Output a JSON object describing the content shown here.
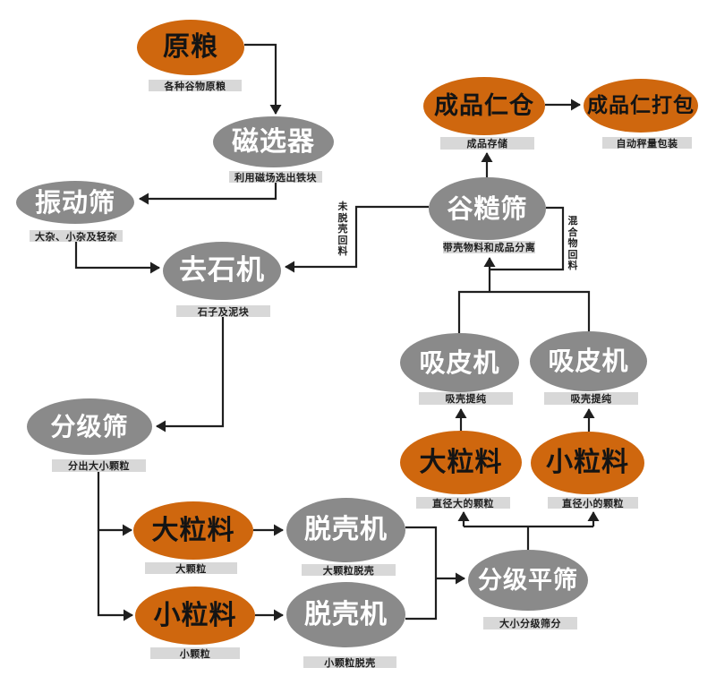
{
  "diagram": {
    "type": "flowchart",
    "subject": "grain-processing-line",
    "colors": {
      "node_orange": "#cf670e",
      "node_gray": "#8a8a8a",
      "sublabel_bg": "#d8d8d8",
      "line": "#1f1f1f",
      "background": "#ffffff"
    },
    "nodes": [
      {
        "id": "raw-grain",
        "label": "原粮",
        "sublabel": "各种谷物原粮",
        "color": "orange"
      },
      {
        "id": "magnetic-separator",
        "label": "磁选器",
        "sublabel": "利用磁场选出铁块",
        "color": "gray"
      },
      {
        "id": "vibrating-screen",
        "label": "振动筛",
        "sublabel": "大杂、小杂及轻杂",
        "color": "gray"
      },
      {
        "id": "destoner",
        "label": "去石机",
        "sublabel": "石子及泥块",
        "color": "gray"
      },
      {
        "id": "paddy-husk-screen",
        "label": "谷糙筛",
        "sublabel": "带壳物料和成品分离",
        "color": "gray"
      },
      {
        "id": "finished-kernel-bin",
        "label": "成品仁仓",
        "sublabel": "成品存储",
        "color": "orange"
      },
      {
        "id": "finished-kernel-packing",
        "label": "成品仁打包",
        "sublabel": "自动秤量包装",
        "color": "orange"
      },
      {
        "id": "husk-aspirator-left",
        "label": "吸皮机",
        "sublabel": "吸壳提纯",
        "color": "gray"
      },
      {
        "id": "husk-aspirator-right",
        "label": "吸皮机",
        "sublabel": "吸壳提纯",
        "color": "gray"
      },
      {
        "id": "large-particles-upper",
        "label": "大粒料",
        "sublabel": "直径大的颗粒",
        "color": "orange"
      },
      {
        "id": "small-particles-upper",
        "label": "小粒料",
        "sublabel": "直径小的颗粒",
        "color": "orange"
      },
      {
        "id": "grading-screen",
        "label": "分级筛",
        "sublabel": "分出大小颗粒",
        "color": "gray"
      },
      {
        "id": "large-particles-lower",
        "label": "大粒料",
        "sublabel": "大颗粒",
        "color": "orange"
      },
      {
        "id": "small-particles-lower",
        "label": "小粒料",
        "sublabel": "小颗粒",
        "color": "orange"
      },
      {
        "id": "husker-top",
        "label": "脱壳机",
        "sublabel": "大颗粒脱壳",
        "color": "gray"
      },
      {
        "id": "husker-bottom",
        "label": "脱壳机",
        "sublabel": "小颗粒脱壳",
        "color": "gray"
      },
      {
        "id": "grading-flat-screen",
        "label": "分级平筛",
        "sublabel": "大小分级筛分",
        "color": "gray"
      }
    ],
    "flow_labels": [
      {
        "id": "unhulled-return",
        "text": "未脱壳回料"
      },
      {
        "id": "mixture-return",
        "text": "混合物回料"
      }
    ]
  }
}
